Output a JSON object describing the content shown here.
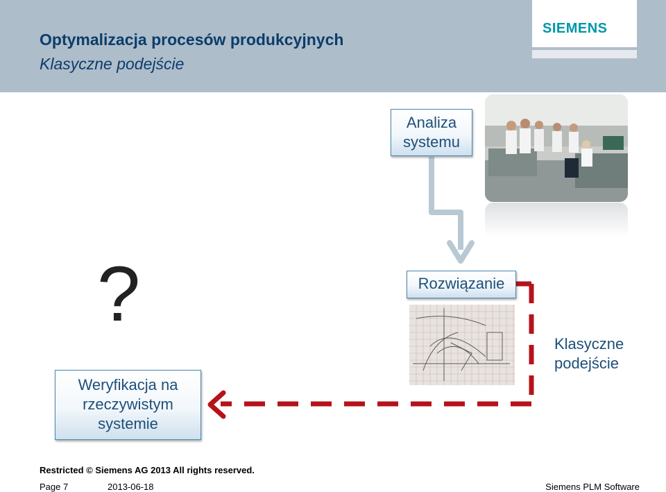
{
  "header": {
    "title": "Optymalizacja procesów produkcyjnych",
    "subtitle": "Klasyczne podejście"
  },
  "logo": {
    "text": "SIEMENS",
    "color": "#0096a8"
  },
  "diagram": {
    "box_analysis": [
      "Analiza",
      "systemu"
    ],
    "box_solution": "Rozwiązanie",
    "box_verification": [
      "Weryfikacja na",
      "rzeczywistym",
      "systemie"
    ],
    "question_mark": "?",
    "side_label": [
      "Klasyczne",
      "podejście"
    ],
    "arrow_color_analysis": "#b9c9d4",
    "arrow_color_loop": "#b5121b"
  },
  "footer": {
    "restricted": "Restricted © Siemens AG 2013 All rights reserved.",
    "page": "Page 7",
    "date": "2013-06-18",
    "org": "Siemens PLM Software"
  },
  "colors": {
    "header_bg": "#aebdca",
    "title": "#0b3d6b",
    "box_border": "#4a88b4",
    "box_text": "#1d4f7a"
  }
}
